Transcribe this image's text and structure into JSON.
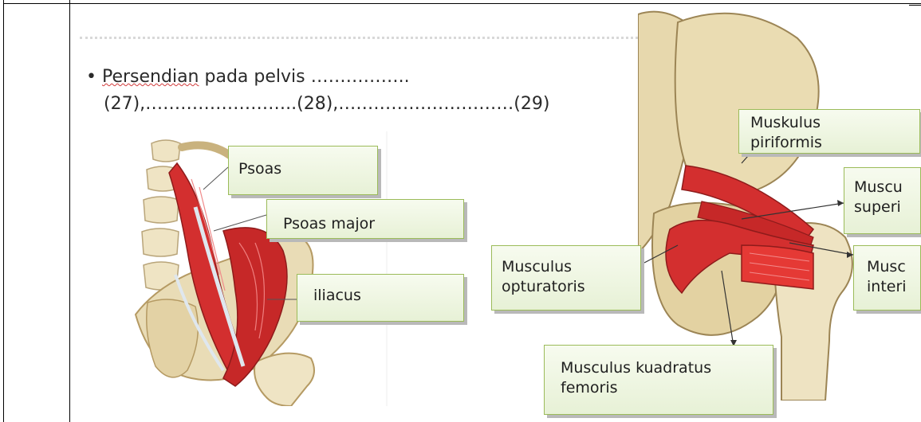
{
  "bullet": {
    "line1_underlined": "Persendian",
    "line1_rest": " pada pelvis ……………..",
    "line2": "(27),……………………..(28),…………………………(29)"
  },
  "labels": {
    "psoas": "Psoas",
    "psoas_major": "Psoas major",
    "iliacus": "iliacus",
    "muskulus_piriformis_1": "Muskulus",
    "muskulus_piriformis_2": "piriformis",
    "musculus_superior_1": "Muscu",
    "musculus_superior_2": "superi",
    "musculus_inferior_1": "Musc",
    "musculus_inferior_2": "interi",
    "musculus_opturatoris_1": "Musculus",
    "musculus_opturatoris_2": "opturatoris",
    "musculus_kuadratus_1": "Musculus kuadratus",
    "musculus_kuadratus_2": "femoris"
  },
  "colors": {
    "box_border": "#9bbb59",
    "box_fill": "#eef5e1",
    "muscle_red": "#d32f2f",
    "bone": "#e9dcb6"
  },
  "icons": {
    "bullet": "bullet-dot-icon"
  }
}
